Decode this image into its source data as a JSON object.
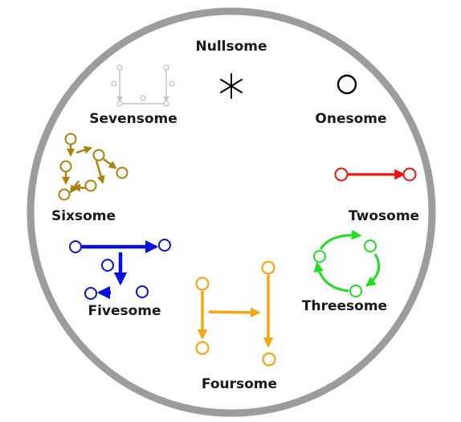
{
  "colors": {
    "ring": "#9c9c9c",
    "nullsome": "#000000",
    "onesome": "#000000",
    "twosome": "#ee1111",
    "threesome": "#22dd22",
    "foursome": "#f4a616",
    "fivesome": "#0a10dd",
    "sixsome": "#a8820a",
    "sevensome": "#c4c4c4"
  },
  "labels": {
    "nullsome": "Nullsome",
    "onesome": "Onesome",
    "twosome": "Twosome",
    "threesome": "Threesome",
    "foursome": "Foursome",
    "fivesome": "Fivesome",
    "sixsome": "Sixsome",
    "sevensome": "Sevensome"
  },
  "icons": {
    "nullsome": "asterisk-icon",
    "onesome": "single-circle-icon"
  }
}
